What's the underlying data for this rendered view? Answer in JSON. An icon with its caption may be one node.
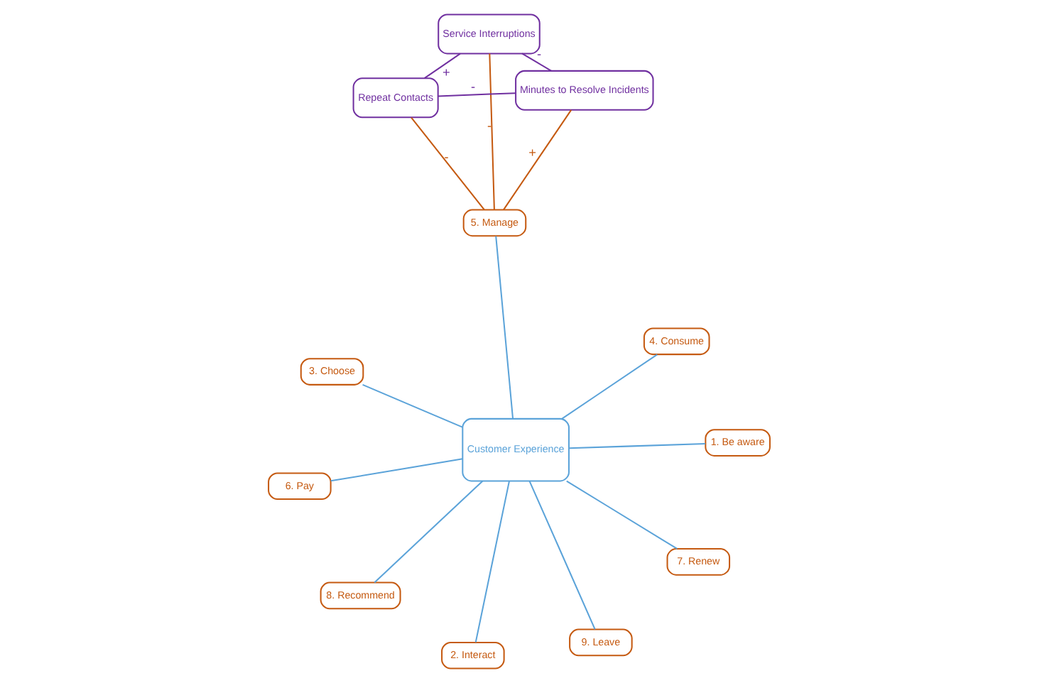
{
  "diagram": {
    "nodes": [
      {
        "text": [
          "Customer Experience"
        ]
      },
      {
        "text": [
          "1. Be aware"
        ]
      },
      {
        "text": [
          "2. Interact"
        ]
      },
      {
        "text": [
          "3. Choose"
        ]
      },
      {
        "text": [
          "4. Consume"
        ]
      },
      {
        "text": [
          "5. Manage"
        ]
      },
      {
        "text": [
          "6. Pay"
        ]
      },
      {
        "text": [
          "7. Renew"
        ]
      },
      {
        "text": [
          "8. Recommend"
        ]
      },
      {
        "text": [
          "9. Leave"
        ]
      },
      {
        "text": [
          "Minutes to Resolve Incidents"
        ]
      },
      {
        "text": [
          "Repeat Contacts"
        ]
      },
      {
        "text": [
          "Service Interruptions"
        ]
      }
    ],
    "edges": [
      {
        "from": 0,
        "to": 1,
        "arrow": "none"
      },
      {
        "from": 0,
        "to": 2,
        "arrow": "none"
      },
      {
        "from": 0,
        "to": 3,
        "arrow": "none"
      },
      {
        "from": 0,
        "to": 4,
        "arrow": "none"
      },
      {
        "from": 0,
        "to": 5,
        "arrow": "none"
      },
      {
        "from": 0,
        "to": 6,
        "arrow": "none"
      },
      {
        "from": 0,
        "to": 7,
        "arrow": "none"
      },
      {
        "from": 0,
        "to": 8,
        "arrow": "none"
      },
      {
        "from": 0,
        "to": 9,
        "arrow": "none"
      },
      {
        "from": 5,
        "to": 10,
        "arrow": "none",
        "label": "+",
        "color": "#c55a11"
      },
      {
        "from": 5,
        "to": 11,
        "arrow": "none",
        "label": "-",
        "color": "#c55a11"
      },
      {
        "from": 5,
        "to": 12,
        "arrow": "none",
        "label": "-",
        "color": "#c55a11"
      },
      {
        "from": 10,
        "to": 11,
        "arrow": "none",
        "label": "-",
        "color": "#7030a0"
      },
      {
        "from": 11,
        "to": 12,
        "arrow": "none",
        "label": "+",
        "color": "#7030a0"
      },
      {
        "from": 10,
        "to": 12,
        "arrow": "none",
        "label": "-",
        "color": "#7030a0"
      }
    ]
  }
}
